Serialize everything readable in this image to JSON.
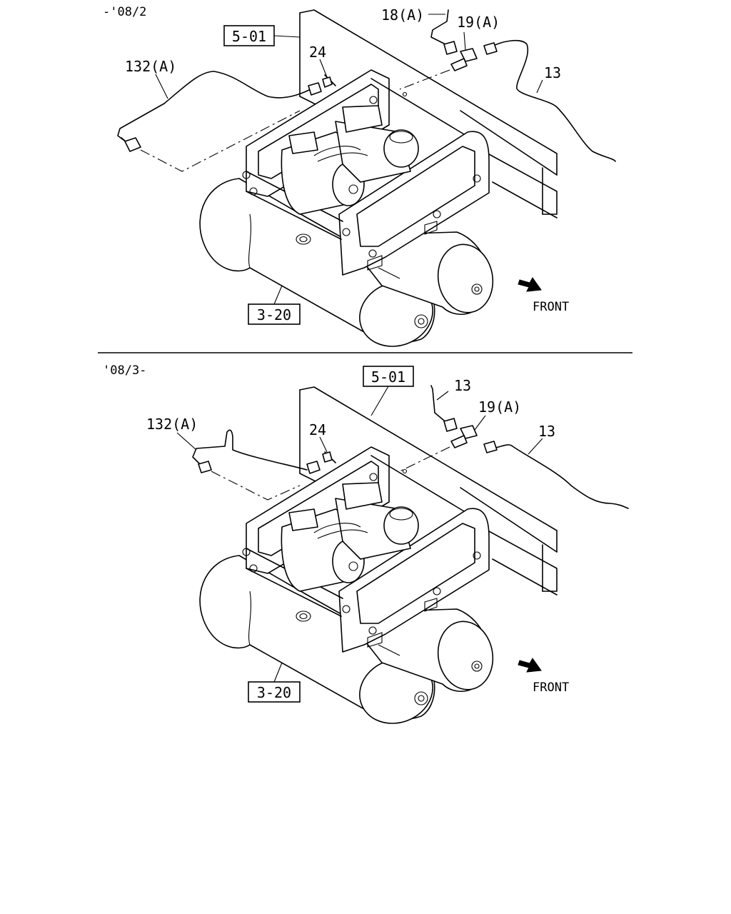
{
  "panels": [
    {
      "range_label": "-'08/2",
      "ref_box_frame": "5-01",
      "ref_box_tank": "3-20",
      "callouts": {
        "pipe_left": "132(A)",
        "nut": "24",
        "pipe_top": "18(A)",
        "joint": "19(A)",
        "pipe_right": "13"
      },
      "direction_label": "FRONT"
    },
    {
      "range_label": "'08/3-",
      "ref_box_frame": "5-01",
      "ref_box_tank": "3-20",
      "callouts": {
        "pipe_left": "132(A)",
        "nut": "24",
        "pipe_top": "13",
        "joint": "19(A)",
        "pipe_right": "13"
      },
      "direction_label": "FRONT"
    }
  ]
}
